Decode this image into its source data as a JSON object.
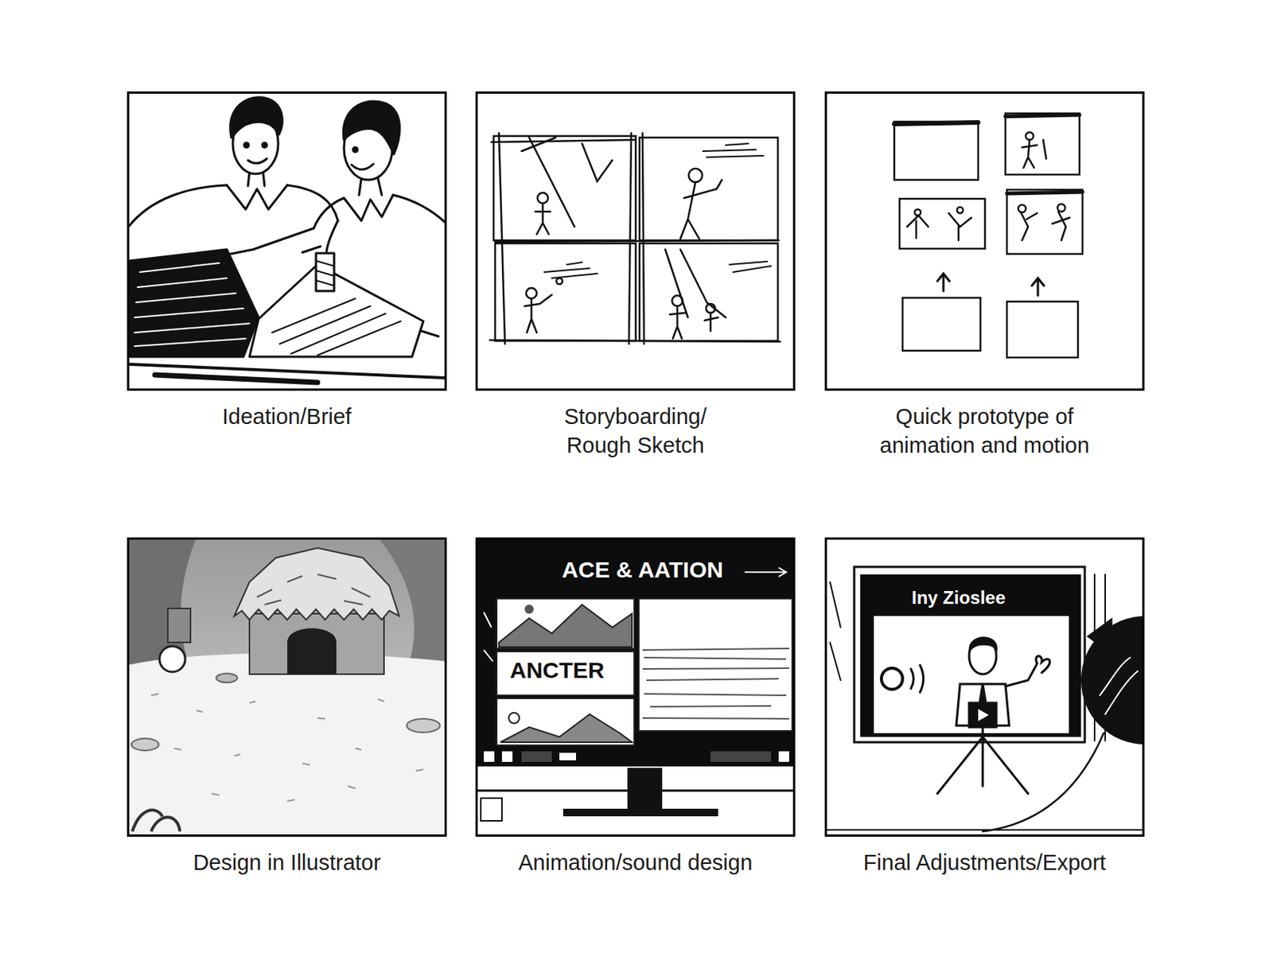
{
  "diagram": {
    "nodes": [
      {
        "text": [
          "Ideation/Brief"
        ]
      },
      {
        "text": [
          "Storyboarding/ Rough Sketch"
        ]
      },
      {
        "text": [
          "Quick prototype of animation and motion"
        ]
      },
      {
        "text": [
          "Design in Illustrator"
        ]
      },
      {
        "text": [
          "Animation/sound design"
        ]
      },
      {
        "text": [
          "Final Adjustments/Export"
        ]
      }
    ],
    "labels": [
      "ACE & AATION",
      "ANCTER",
      "Iny Zioslee"
    ]
  }
}
